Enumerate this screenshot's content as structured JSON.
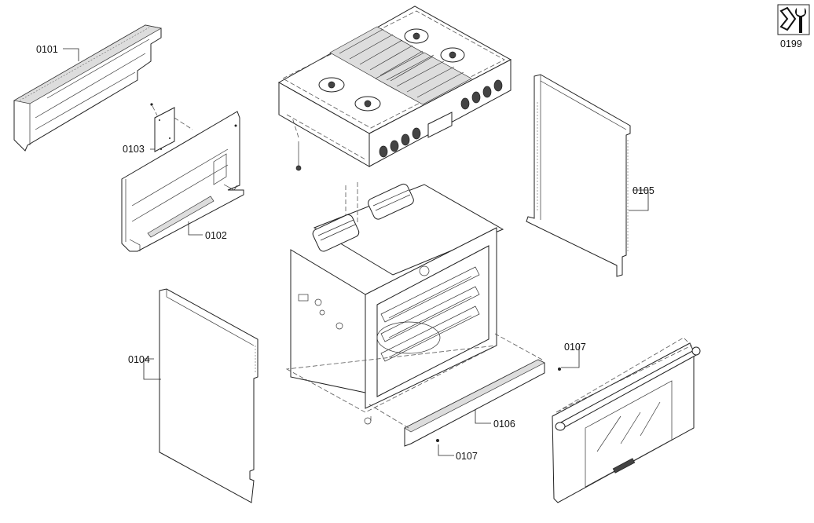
{
  "callouts": {
    "p0101": "0101",
    "p0102": "0102",
    "p0103": "0103",
    "p0104": "0104",
    "p0105": "0105",
    "p0106": "0106",
    "p0107a": "0107",
    "p0107b": "0107",
    "p0199": "0199"
  },
  "icons": {
    "service_tool": "wrench-service-icon"
  }
}
